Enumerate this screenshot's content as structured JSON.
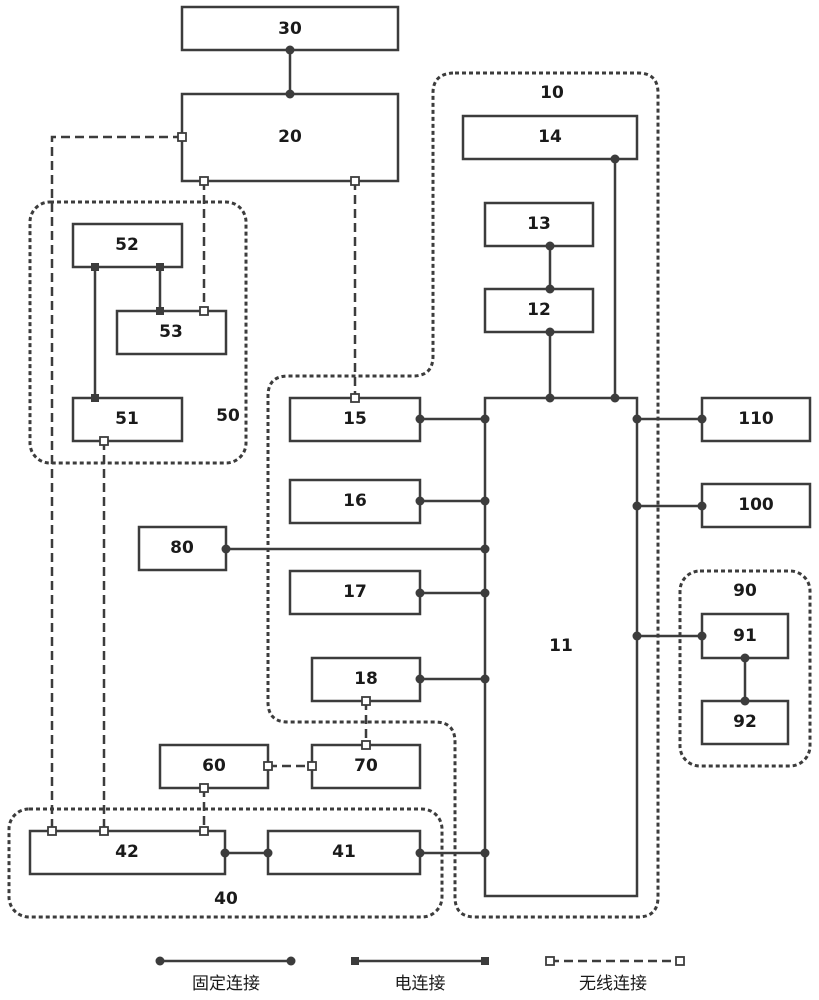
{
  "diagram": {
    "type": "block-diagram",
    "blocks": [
      {
        "id": "30",
        "label": "30"
      },
      {
        "id": "20",
        "label": "20"
      },
      {
        "id": "14",
        "label": "14"
      },
      {
        "id": "13",
        "label": "13"
      },
      {
        "id": "12",
        "label": "12"
      },
      {
        "id": "11",
        "label": "11"
      },
      {
        "id": "15",
        "label": "15"
      },
      {
        "id": "16",
        "label": "16"
      },
      {
        "id": "17",
        "label": "17"
      },
      {
        "id": "18",
        "label": "18"
      },
      {
        "id": "52",
        "label": "52"
      },
      {
        "id": "53",
        "label": "53"
      },
      {
        "id": "51",
        "label": "51"
      },
      {
        "id": "80",
        "label": "80"
      },
      {
        "id": "60",
        "label": "60"
      },
      {
        "id": "70",
        "label": "70"
      },
      {
        "id": "42",
        "label": "42"
      },
      {
        "id": "41",
        "label": "41"
      },
      {
        "id": "110",
        "label": "110"
      },
      {
        "id": "100",
        "label": "100"
      },
      {
        "id": "91",
        "label": "91"
      },
      {
        "id": "92",
        "label": "92"
      }
    ],
    "groups": [
      {
        "id": "10",
        "label": "10",
        "members": [
          "11",
          "12",
          "13",
          "14",
          "15",
          "16",
          "17",
          "18"
        ]
      },
      {
        "id": "50",
        "label": "50",
        "members": [
          "51",
          "52",
          "53"
        ]
      },
      {
        "id": "40",
        "label": "40",
        "members": [
          "41",
          "42"
        ]
      },
      {
        "id": "90",
        "label": "90",
        "members": [
          "91",
          "92"
        ]
      }
    ],
    "connections": [
      {
        "from": "30",
        "to": "20",
        "type": "fixed"
      },
      {
        "from": "13",
        "to": "12",
        "type": "fixed"
      },
      {
        "from": "12",
        "to": "11",
        "type": "fixed"
      },
      {
        "from": "14",
        "to": "11",
        "type": "fixed"
      },
      {
        "from": "15",
        "to": "11",
        "type": "fixed"
      },
      {
        "from": "16",
        "to": "11",
        "type": "fixed"
      },
      {
        "from": "80",
        "to": "11",
        "type": "fixed"
      },
      {
        "from": "17",
        "to": "11",
        "type": "fixed"
      },
      {
        "from": "18",
        "to": "11",
        "type": "fixed"
      },
      {
        "from": "41",
        "to": "11",
        "type": "fixed"
      },
      {
        "from": "42",
        "to": "41",
        "type": "fixed"
      },
      {
        "from": "11",
        "to": "110",
        "type": "fixed"
      },
      {
        "from": "11",
        "to": "100",
        "type": "fixed"
      },
      {
        "from": "11",
        "to": "91",
        "type": "fixed"
      },
      {
        "from": "91",
        "to": "92",
        "type": "fixed"
      },
      {
        "from": "52",
        "to": "53",
        "type": "electrical"
      },
      {
        "from": "52",
        "to": "51",
        "type": "electrical"
      },
      {
        "from": "20",
        "to": "53",
        "type": "wireless"
      },
      {
        "from": "20",
        "to": "15",
        "type": "wireless"
      },
      {
        "from": "20",
        "to": "42",
        "type": "wireless"
      },
      {
        "from": "51",
        "to": "42",
        "type": "wireless"
      },
      {
        "from": "60",
        "to": "42",
        "type": "wireless"
      },
      {
        "from": "60",
        "to": "70",
        "type": "wireless"
      },
      {
        "from": "18",
        "to": "70",
        "type": "wireless"
      }
    ]
  },
  "legend": {
    "fixed": "固定连接",
    "electrical": "电连接",
    "wireless": "无线连接"
  }
}
